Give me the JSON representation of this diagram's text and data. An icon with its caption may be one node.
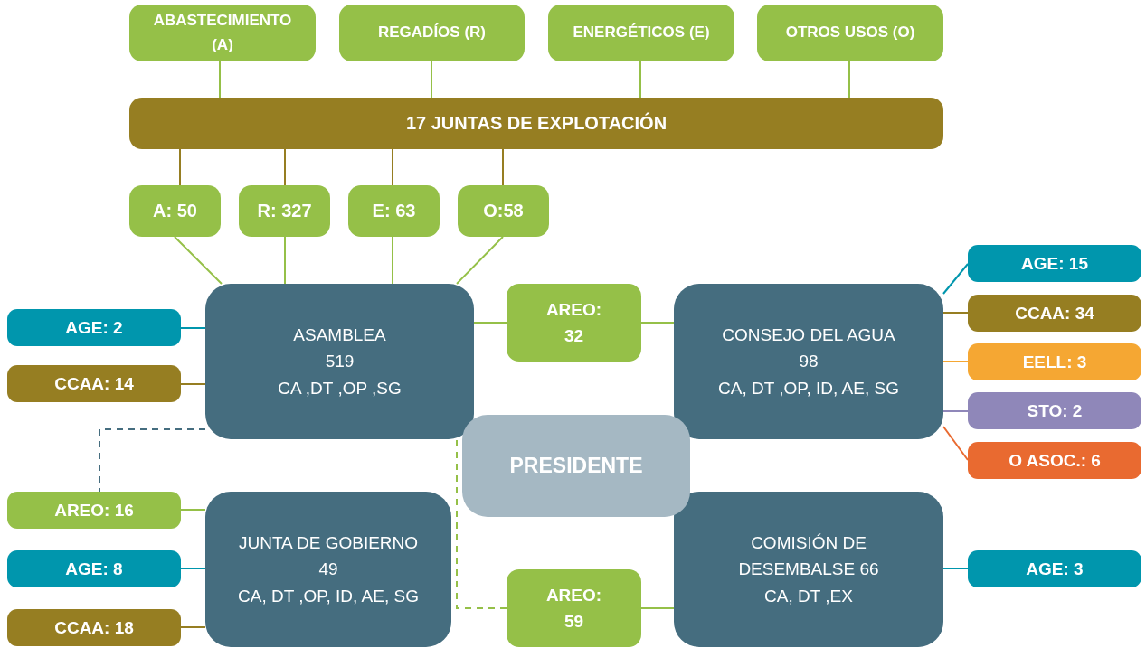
{
  "diagram": {
    "nodes": [
      {
        "text": [
          "ABASTECIMIENTO (A)"
        ]
      },
      {
        "text": [
          "REGADÍOS (R)"
        ]
      },
      {
        "text": [
          "ENERGÉTICOS (E)"
        ]
      },
      {
        "text": [
          "OTROS USOS (O)"
        ]
      },
      {
        "text": [
          "17 JUNTAS DE EXPLOTACIÓN"
        ]
      },
      {
        "text": [
          "A: 50"
        ]
      },
      {
        "text": [
          "R: 327"
        ]
      },
      {
        "text": [
          "E: 63"
        ]
      },
      {
        "text": [
          "O:58"
        ]
      },
      {
        "text": [
          "AGE: 2"
        ]
      },
      {
        "text": [
          "CCAA: 14"
        ]
      },
      {
        "text": [
          "ASAMBLEA",
          "519",
          "CA ,DT ,OP ,SG"
        ]
      },
      {
        "text": [
          "AREO: 32"
        ]
      },
      {
        "text": [
          "CONSEJO DEL AGUA",
          "98",
          "CA, DT ,OP, ID, AE, SG"
        ]
      },
      {
        "text": [
          "AGE: 15"
        ]
      },
      {
        "text": [
          "CCAA: 34"
        ]
      },
      {
        "text": [
          "EELL: 3"
        ]
      },
      {
        "text": [
          "STO: 2"
        ]
      },
      {
        "text": [
          "O ASOC.: 6"
        ]
      },
      {
        "text": [
          "PRESIDENTE"
        ]
      },
      {
        "text": [
          "AREO: 16"
        ]
      },
      {
        "text": [
          "AGE: 8"
        ]
      },
      {
        "text": [
          "CCAA: 18"
        ]
      },
      {
        "text": [
          "JUNTA DE GOBIERNO",
          "49",
          "CA, DT ,OP, ID, AE, SG"
        ]
      },
      {
        "text": [
          "AREO: 59"
        ]
      },
      {
        "text": [
          "COMISIÓN DE DESEMBALSE 66",
          "CA, DT ,EX"
        ]
      },
      {
        "text": [
          "AGE: 3"
        ]
      }
    ],
    "edges": [
      {
        "from": 0,
        "to": 4,
        "arrow": "none"
      },
      {
        "from": 1,
        "to": 4,
        "arrow": "none"
      },
      {
        "from": 2,
        "to": 4,
        "arrow": "none"
      },
      {
        "from": 3,
        "to": 4,
        "arrow": "none"
      },
      {
        "from": 4,
        "to": 5,
        "arrow": "none",
        "color": "#967e22"
      },
      {
        "from": 4,
        "to": 6,
        "arrow": "none",
        "color": "#967e22"
      },
      {
        "from": 4,
        "to": 7,
        "arrow": "none",
        "color": "#967e22"
      },
      {
        "from": 4,
        "to": 8,
        "arrow": "none",
        "color": "#967e22"
      },
      {
        "from": 5,
        "to": 11,
        "arrow": "none"
      },
      {
        "from": 6,
        "to": 11,
        "arrow": "none"
      },
      {
        "from": 7,
        "to": 11,
        "arrow": "none"
      },
      {
        "from": 8,
        "to": 11,
        "arrow": "none"
      },
      {
        "from": 9,
        "to": 11,
        "arrow": "none",
        "color": "#0096ad"
      },
      {
        "from": 10,
        "to": 11,
        "arrow": "none",
        "color": "#967e22"
      },
      {
        "from": 11,
        "to": 12,
        "arrow": "none"
      },
      {
        "from": 12,
        "to": 13,
        "arrow": "none"
      },
      {
        "from": 13,
        "to": 14,
        "arrow": "none",
        "color": "#0096ad"
      },
      {
        "from": 13,
        "to": 15,
        "arrow": "none",
        "color": "#967e22"
      },
      {
        "from": 13,
        "to": 16,
        "arrow": "none",
        "color": "#f5a733"
      },
      {
        "from": 13,
        "to": 17,
        "arrow": "none",
        "color": "#8f87b9"
      },
      {
        "from": 13,
        "to": 18,
        "arrow": "none",
        "color": "#e96a30"
      },
      {
        "from": 11,
        "to": 20,
        "arrow": "none",
        "style": "dashed",
        "color": "#456d7f"
      },
      {
        "from": 20,
        "to": 23,
        "arrow": "none"
      },
      {
        "from": 21,
        "to": 23,
        "arrow": "none",
        "color": "#0096ad"
      },
      {
        "from": 22,
        "to": 23,
        "arrow": "none",
        "color": "#967e22"
      },
      {
        "from": 24,
        "to": 11,
        "arrow": "none",
        "style": "dashed"
      },
      {
        "from": 24,
        "to": 25,
        "arrow": "none"
      },
      {
        "from": 25,
        "to": 26,
        "arrow": "none",
        "color": "#0096ad"
      }
    ]
  }
}
